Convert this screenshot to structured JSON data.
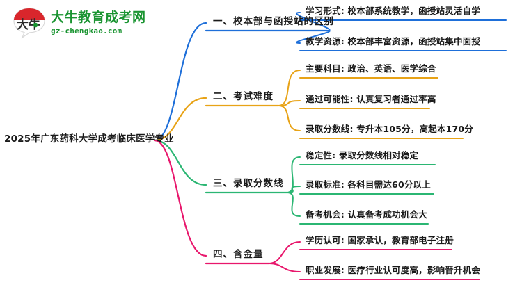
{
  "logo": {
    "mark_name": "daniu-speech-bubble-logo",
    "cn_name": "大牛教育成考网",
    "domain": "gz-chengkao.com",
    "mark_text": "大牛",
    "brand_green": "#1a9431",
    "brand_red": "#d9262c"
  },
  "mindmap": {
    "root": "2025年广东药科大学成考临床医学专业",
    "branches": [
      {
        "label": "一、校本部与函授站的区别",
        "color": "#1e6fd9",
        "leaves": [
          "学习形式: 校本部系统教学，函授站灵活自学",
          "教学资源: 校本部丰富资源，函授站集中面授"
        ]
      },
      {
        "label": "二、考试难度",
        "color": "#e8a317",
        "leaves": [
          "主要科目: 政治、英语、医学综合",
          "通过可能性: 认真复习者通过率高",
          "录取分数线: 专升本105分，高起本170分"
        ]
      },
      {
        "label": "三、录取分数线",
        "color": "#2bb673",
        "leaves": [
          "稳定性: 录取分数线相对稳定",
          "录取标准: 各科目需达60分以上",
          "备考机会: 认真备考成功机会大"
        ]
      },
      {
        "label": "四、含金量",
        "color": "#e8176c",
        "leaves": [
          "学历认可: 国家承认，教育部电子注册",
          "职业发展: 医疗行业认可度高，影响晋升机会"
        ]
      }
    ]
  }
}
